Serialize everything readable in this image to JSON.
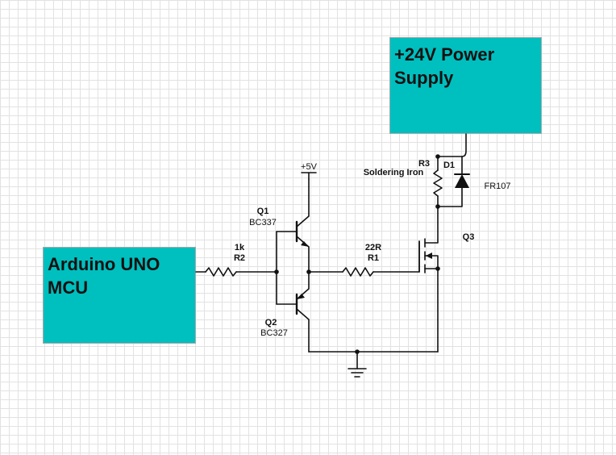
{
  "blocks": {
    "power_supply": {
      "line1": "+24V Power",
      "line2": "Supply"
    },
    "arduino": {
      "line1": "Arduino UNO",
      "line2": "MCU"
    }
  },
  "labels": {
    "vcc": "+5V",
    "q1_ref": "Q1",
    "q1_part": "BC337",
    "q2_ref": "Q2",
    "q2_part": "BC327",
    "r2_value": "1k",
    "r2_ref": "R2",
    "r1_value": "22R",
    "r1_ref": "R1",
    "r3_ref": "R3",
    "r3_desc": "Soldering Iron",
    "d1_ref": "D1",
    "d1_part": "FR107",
    "q3_ref": "Q3"
  },
  "colors": {
    "block_fill": "#00bfbf",
    "wire": "#111111",
    "grid": "#e2e2e2"
  }
}
